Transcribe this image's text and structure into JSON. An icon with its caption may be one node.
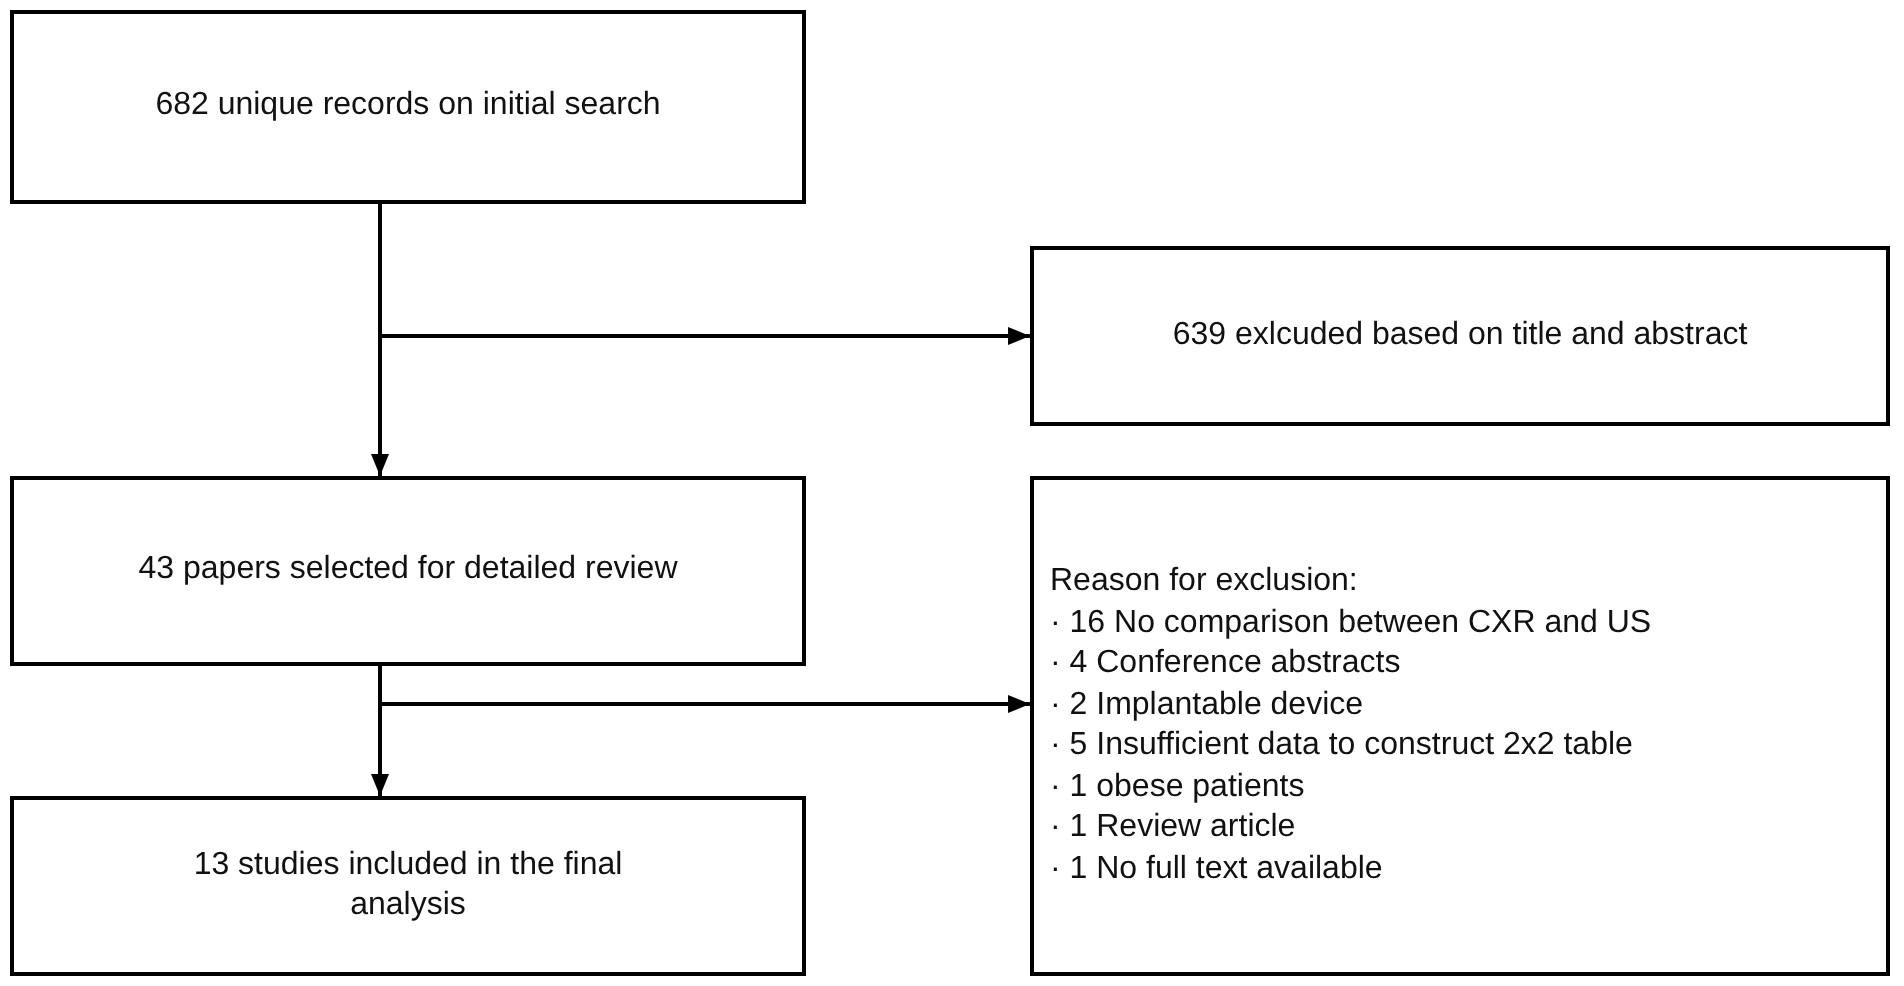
{
  "diagram": {
    "nodes": [
      {
        "text": [
          "682 unique records on initial search"
        ]
      },
      {
        "text": [
          "639 exlcuded based on title and abstract"
        ]
      },
      {
        "text": [
          "43 papers selected for detailed review"
        ]
      },
      {
        "text": [
          "Reason for exclusion:",
          "· 16 No comparison between CXR and US",
          "· 4 Conference abstracts",
          "· 2 Implantable device",
          "· 5 Insufficient data to construct 2x2 table",
          "· 1 obese patients",
          "· 1 Review article",
          "· 1 No full text available"
        ]
      },
      {
        "text": [
          "13 studies included in the final analysis"
        ]
      }
    ],
    "edges": [
      {
        "from": 0,
        "to": 2,
        "arrow": "to"
      },
      {
        "from": 0,
        "to": 1,
        "arrow": "to"
      },
      {
        "from": 2,
        "to": 4,
        "arrow": "to"
      },
      {
        "from": 2,
        "to": 3,
        "arrow": "to"
      }
    ]
  }
}
